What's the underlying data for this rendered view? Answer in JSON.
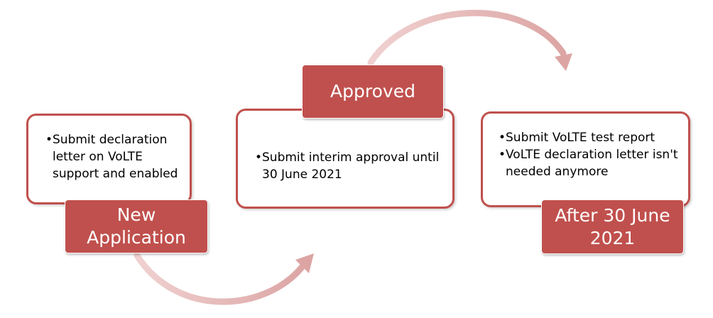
{
  "steps": [
    {
      "label": "New Application",
      "items": [
        "Submit declaration letter on VoLTE support and enabled"
      ]
    },
    {
      "label": "Approved",
      "items": [
        "Submit interim approval until 30 June 2021"
      ]
    },
    {
      "label": "After 30 June 2021",
      "items": [
        "Submit VoLTE test report",
        "VoLTE declaration letter isn't needed anymore"
      ]
    }
  ],
  "colors": {
    "accent": "#c0504d",
    "arrow": "#e6b9b8",
    "text": "#000000",
    "label_text": "#ffffff"
  }
}
